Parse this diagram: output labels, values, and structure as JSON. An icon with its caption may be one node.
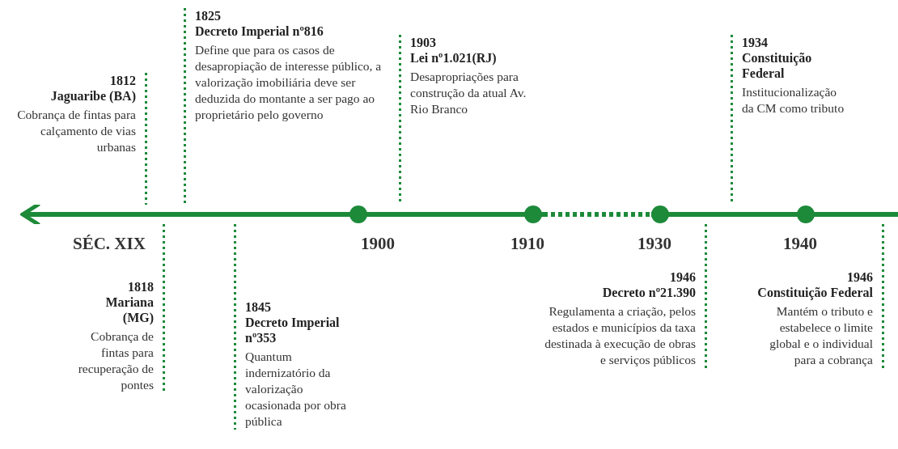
{
  "diagram": {
    "nodes": [
      {
        "text": [
          "1812",
          "Jaguaribe (BA)",
          "Cobrança de fintas para calçamento de vias urbanas"
        ]
      },
      {
        "text": [
          "1825",
          "Decreto Imperial nº816",
          "Define que para os casos de desapropiação de interesse público, a valorização imobiliária deve ser deduzida do montante a ser pago ao proprietário pelo governo"
        ]
      },
      {
        "text": [
          "1903",
          "Lei nº1.021(RJ)",
          "Desapropriações para construção da atual Av. Rio Branco"
        ]
      },
      {
        "text": [
          "1934",
          "Constituição Federal",
          "Institucionalização da CM como tributo"
        ]
      },
      {
        "text": [
          "1818",
          "Mariana (MG)",
          "Cobrança de fintas para recuperação de pontes"
        ]
      },
      {
        "text": [
          "1845",
          "Decreto Imperial nº353",
          "Quantum indernizatório da valorização ocasionada por obra pública"
        ]
      },
      {
        "text": [
          "1946",
          "Decreto nº21.390",
          "Regulamenta a criação, pelos estados e municípios da taxa destinada à execução de obras e serviços públicos"
        ]
      },
      {
        "text": [
          "1946",
          "Constituição Federal",
          "Mantém o tributo e estabelece o limite global e o individual para a cobrança"
        ]
      },
      {
        "text": [],
        "shape": "bar"
      }
    ],
    "edges": [
      {
        "from": 0,
        "to": 8,
        "arrow": "none",
        "style": "dashed"
      },
      {
        "from": 1,
        "to": 8,
        "arrow": "none",
        "style": "dashed"
      },
      {
        "from": 2,
        "to": 8,
        "arrow": "none",
        "style": "dashed"
      },
      {
        "from": 3,
        "to": 8,
        "arrow": "none",
        "style": "dashed"
      },
      {
        "from": 4,
        "to": 8,
        "arrow": "none",
        "style": "dashed"
      },
      {
        "from": 5,
        "to": 8,
        "arrow": "none",
        "style": "dashed"
      },
      {
        "from": 6,
        "to": 8,
        "arrow": "none",
        "style": "dashed"
      },
      {
        "from": 7,
        "to": 8,
        "arrow": "none",
        "style": "dashed"
      }
    ],
    "labels": [
      "SÉC. XIX",
      "1900",
      "1910",
      "1930",
      "1940"
    ]
  }
}
